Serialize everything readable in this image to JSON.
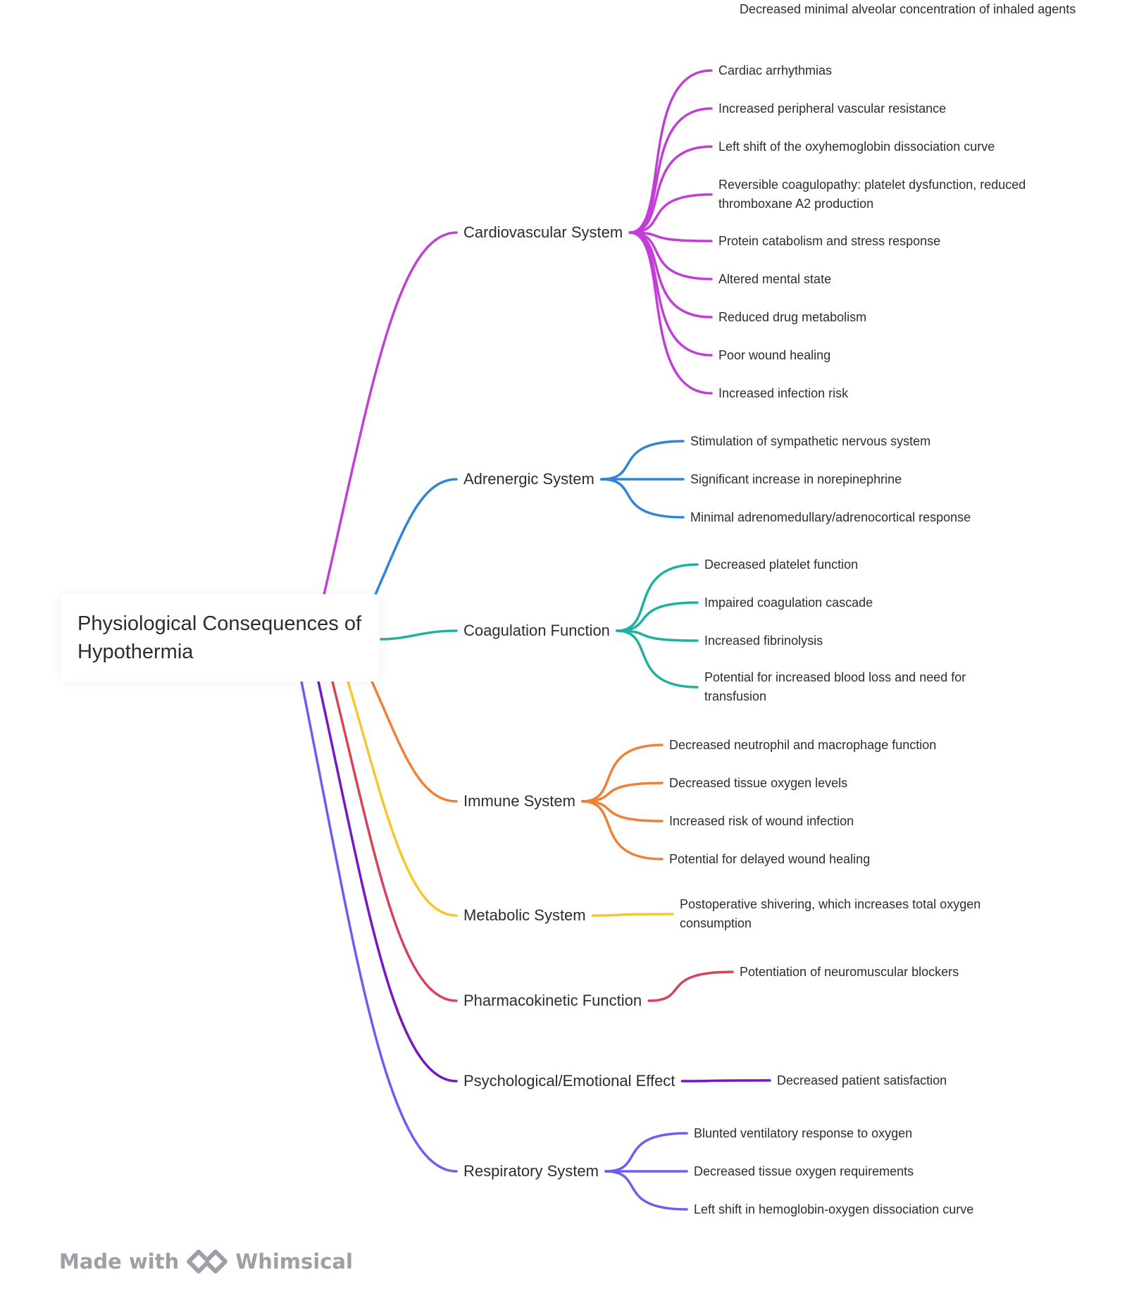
{
  "root": {
    "title": "Physiological Consequences of Hypothermia"
  },
  "branches": [
    {
      "label": "Cardiovascular System",
      "color": "#c13fd6",
      "children": [
        "Cardiac arrhythmias",
        "Increased peripheral vascular resistance",
        "Left shift of the oxyhemoglobin dissociation curve",
        "Reversible coagulopathy: platelet dysfunction, reduced thromboxane A2 production",
        "Protein catabolism and stress response",
        "Altered mental state",
        "Reduced drug metabolism",
        "Poor wound healing",
        "Increased infection risk"
      ]
    },
    {
      "label": "Adrenergic System",
      "color": "#2f86d8",
      "children": [
        "Stimulation of sympathetic nervous system",
        "Significant increase in norepinephrine",
        "Minimal adrenomedullary/adrenocortical response"
      ]
    },
    {
      "label": "Coagulation Function",
      "color": "#1fb0a0",
      "children": [
        "Decreased platelet function",
        "Impaired coagulation cascade",
        "Increased fibrinolysis",
        "Potential for increased blood loss and need for transfusion"
      ]
    },
    {
      "label": "Immune System",
      "color": "#ef8036",
      "children": [
        "Decreased neutrophil and macrophage function",
        "Decreased tissue oxygen levels",
        "Increased risk of wound infection",
        "Potential for delayed wound healing"
      ]
    },
    {
      "label": "Metabolic System",
      "color": "#f6c62c",
      "children": [
        "Postoperative shivering, which increases total oxygen consumption"
      ]
    },
    {
      "label": "Pharmacokinetic Function",
      "color": "#d5445a",
      "children": [
        "Potentiation of neuromuscular blockers",
        "Decreased minimal alveolar concentration of inhaled agents"
      ]
    },
    {
      "label": "Psychological/Emotional Effect",
      "color": "#7717c2",
      "children": [
        "Decreased patient satisfaction"
      ]
    },
    {
      "label": "Respiratory System",
      "color": "#6b5ff0",
      "children": [
        "Blunted ventilatory response to oxygen",
        "Decreased tissue oxygen requirements",
        "Left shift in hemoglobin-oxygen dissociation curve"
      ]
    }
  ],
  "watermark": {
    "text": "Made with",
    "brand": "Whimsical"
  }
}
